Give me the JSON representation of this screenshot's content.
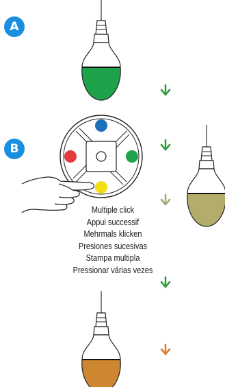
{
  "steps": {
    "a": {
      "label": "A"
    },
    "b": {
      "label": "B"
    }
  },
  "instruction_lines": [
    "Multiple click",
    "Appui successif",
    "Mehrmals klicken",
    "Presiones sucesivas",
    "Stampa multipla",
    "Pressionar várias vezes"
  ],
  "colors": {
    "badge": "#1a8fe0",
    "bulb_green": "#1ea34a",
    "bulb_olive": "#b3ac6a",
    "bulb_orange": "#cf8630",
    "button_blue": "#1f6fb8",
    "button_red": "#e33b3b",
    "button_green": "#1ea34a",
    "button_yellow": "#f2e014",
    "arrow_green": "#2f9e3c",
    "arrow_olive": "#a8a770",
    "arrow_orange": "#e07b2a"
  },
  "icons": [
    "light-bulb-icon",
    "remote-control-icon",
    "pointing-hand-icon",
    "down-arrow-icon"
  ]
}
